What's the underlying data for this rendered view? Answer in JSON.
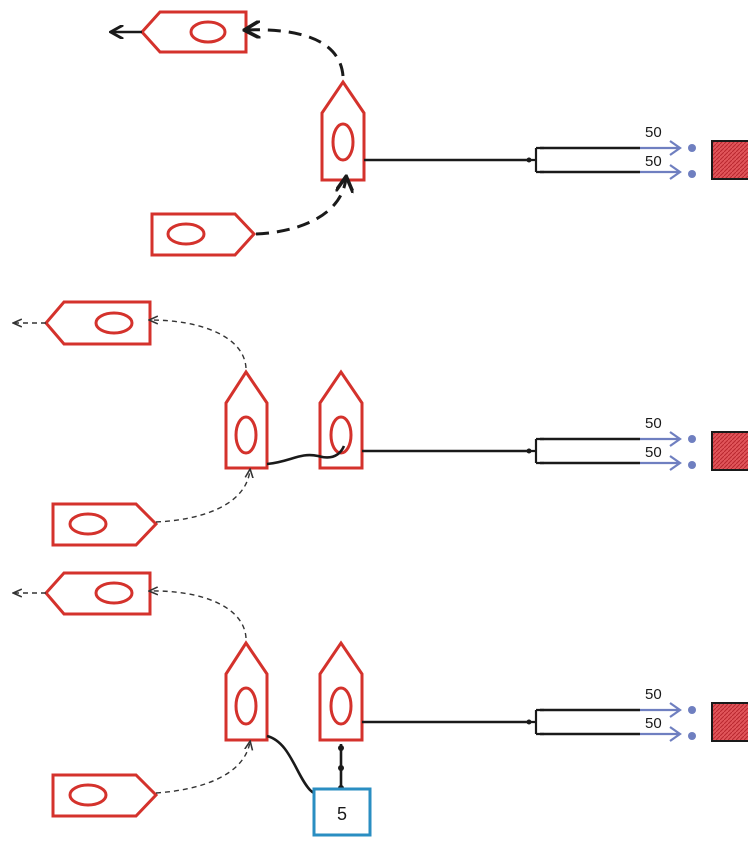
{
  "diagram": {
    "scenarios": [
      {
        "id": "scenario-1",
        "lines": [
          {
            "label": "50"
          },
          {
            "label": "50"
          }
        ]
      },
      {
        "id": "scenario-2",
        "lines": [
          {
            "label": "50"
          },
          {
            "label": "50"
          }
        ]
      },
      {
        "id": "scenario-3",
        "lines": [
          {
            "label": "50"
          },
          {
            "label": "50"
          }
        ],
        "box_label": "5"
      }
    ],
    "colors": {
      "engine": "#d4322c",
      "nozzle": "#6f7fc0",
      "hose": "#1a1a1a",
      "box_border": "#2a8ec2",
      "structure_fill": "#e0555a"
    },
    "icons": [
      "fire-engine-icon",
      "structure-icon",
      "nozzle-icon",
      "arrow-icon"
    ]
  }
}
